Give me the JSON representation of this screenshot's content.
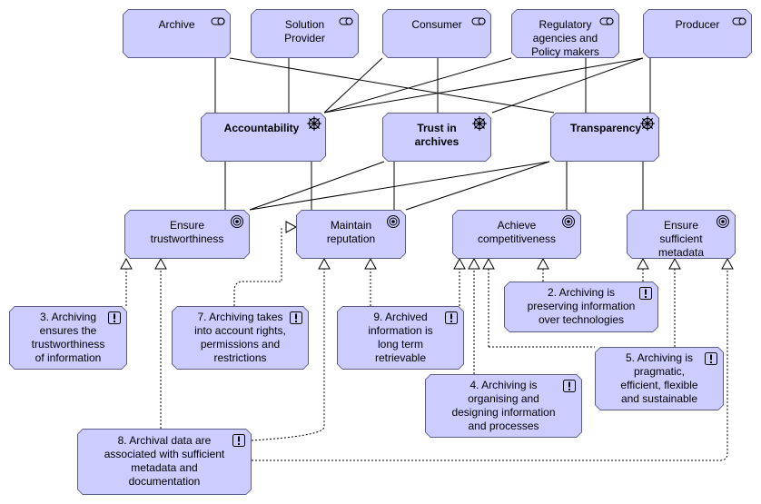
{
  "stakeholders": [
    {
      "label": "Archive",
      "icon": "stakeholder-icon"
    },
    {
      "label": "Solution\nProvider",
      "icon": "stakeholder-icon"
    },
    {
      "label": "Consumer",
      "icon": "stakeholder-icon"
    },
    {
      "label": "Regulatory\nagencies and\nPolicy makers",
      "icon": "stakeholder-icon"
    },
    {
      "label": "Producer",
      "icon": "stakeholder-icon"
    }
  ],
  "drivers": [
    {
      "label": "Accountability",
      "icon": "driver-icon"
    },
    {
      "label": "Trust in\narchives",
      "icon": "driver-icon"
    },
    {
      "label": "Transparency",
      "icon": "driver-icon"
    }
  ],
  "goals": [
    {
      "label": "Ensure\ntrustworthiness",
      "icon": "goal-icon"
    },
    {
      "label": "Maintain\nreputation",
      "icon": "goal-icon"
    },
    {
      "label": "Achieve\ncompetitiveness",
      "icon": "goal-icon"
    },
    {
      "label": "Ensure\nsufficient\nmetadata",
      "icon": "goal-icon"
    }
  ],
  "principles": [
    {
      "label": "2. Archiving is\npreserving information\nover technologies",
      "icon": "principle-icon"
    },
    {
      "label": "3. Archiving\nensures the\ntrustworthiness\nof information",
      "icon": "principle-icon"
    },
    {
      "label": "7. Archiving takes\ninto account rights,\npermissions and\nrestrictions",
      "icon": "principle-icon"
    },
    {
      "label": "9. Archived\ninformation is\nlong term\nretrievable",
      "icon": "principle-icon"
    },
    {
      "label": "5. Archiving is\npragmatic,\nefficient, flexible\nand sustainable",
      "icon": "principle-icon"
    },
    {
      "label": "4. Archiving is\norganising and\ndesigning information\nand processes",
      "icon": "principle-icon"
    },
    {
      "label": "8. Archival data are\nassociated with sufficient\nmetadata and\ndocumentation",
      "icon": "principle-icon"
    }
  ],
  "colors": {
    "fill": "#ccccff",
    "border": "#5c5c8a",
    "line": "#000000"
  }
}
